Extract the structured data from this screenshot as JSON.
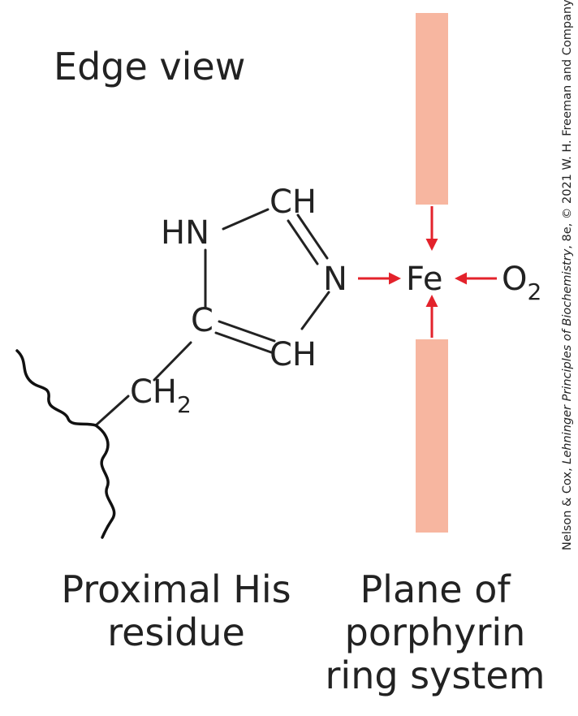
{
  "title": "Edge view",
  "atoms": {
    "hn": "HN",
    "ch_top": "CH",
    "n": "N",
    "c": "C",
    "ch_bottom": "CH",
    "ch2_base": "CH",
    "ch2_sub": "2",
    "fe": "Fe",
    "o2_base": "O",
    "o2_sub": "2"
  },
  "labels": {
    "proximal_line1": "Proximal His",
    "proximal_line2": "residue",
    "plane_line1": "Plane of",
    "plane_line2": "porphyrin",
    "plane_line3": "ring system"
  },
  "credit": {
    "prefix": "Nelson & Cox, ",
    "book": "Lehninger Principles of Biochemistry",
    "suffix": ", 8e, © 2021 W. H. Freeman and Company"
  },
  "colors": {
    "plane": "#f7b6a0",
    "arrow": "#e3222b",
    "ink": "#222222"
  }
}
